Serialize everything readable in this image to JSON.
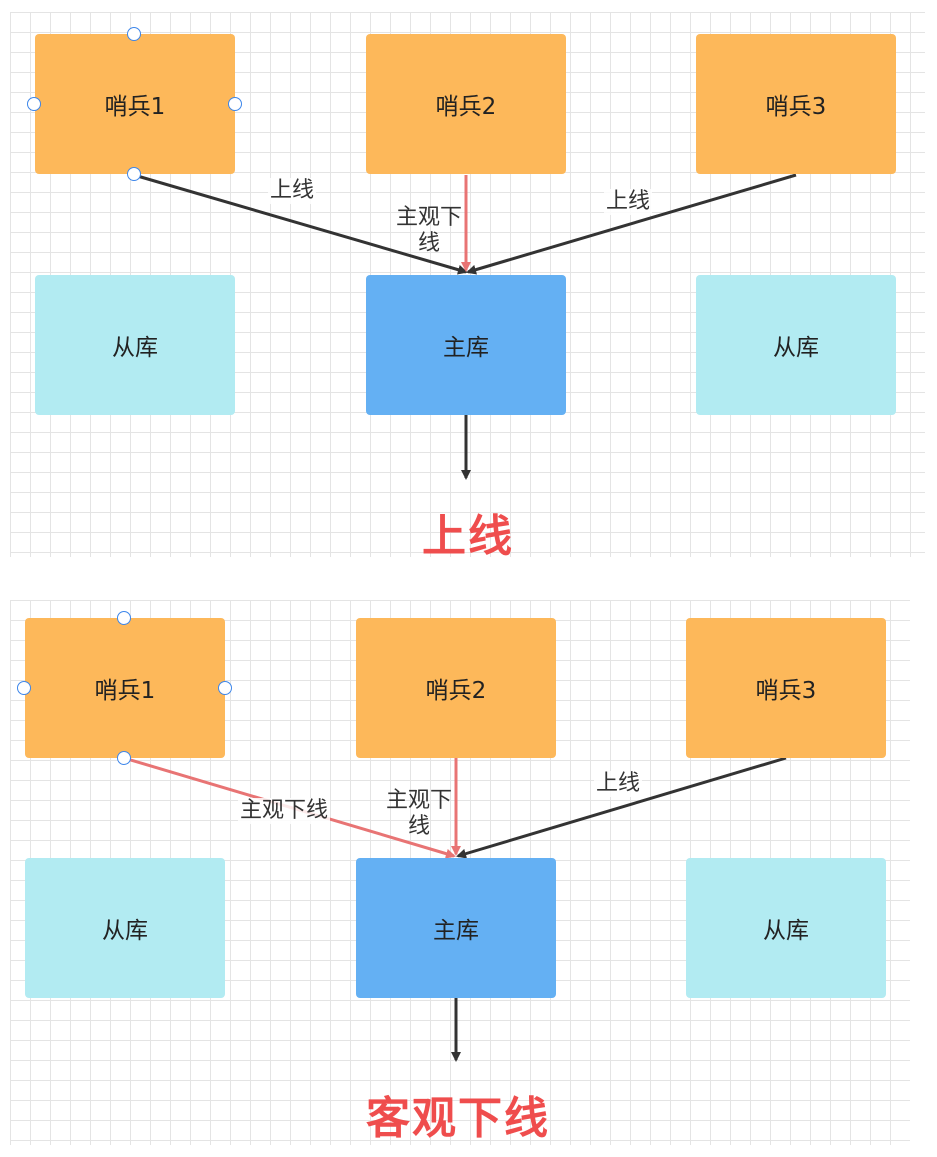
{
  "top": {
    "sentinels": [
      "哨兵1",
      "哨兵2",
      "哨兵3"
    ],
    "slave_left": "从库",
    "master": "主库",
    "slave_right": "从库",
    "edge_labels": {
      "s1": "上线",
      "s2": "主观下线",
      "s3": "上线"
    },
    "caption": "上线"
  },
  "bottom": {
    "sentinels": [
      "哨兵1",
      "哨兵2",
      "哨兵3"
    ],
    "slave_left": "从库",
    "master": "主库",
    "slave_right": "从库",
    "edge_labels": {
      "s1": "主观下线",
      "s2": "主观下线",
      "s3": "上线"
    },
    "caption": "客观下线"
  },
  "colors": {
    "sentinel": "#fdb85a",
    "slave": "#b2ebf2",
    "master": "#64b0f3",
    "online_edge": "#333333",
    "offline_edge": "#e87474",
    "caption": "#ef4d4d",
    "selection_handle": "#3d86ea"
  }
}
